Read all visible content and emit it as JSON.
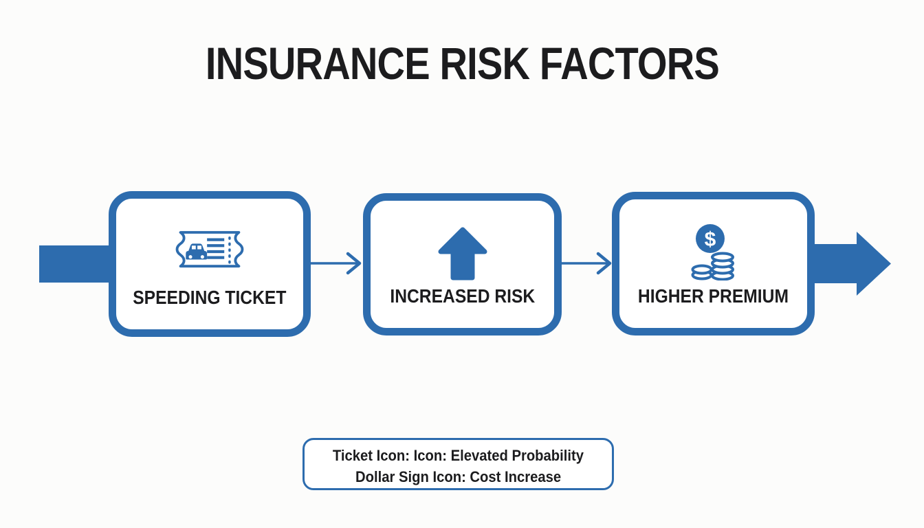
{
  "page": {
    "title": "INSURANCE RISK FACTORS",
    "background": "#fcfcfb"
  },
  "colors": {
    "accent_blue": "#2d6cae",
    "text": "#1c1c1e"
  },
  "flow": {
    "steps": [
      {
        "label": "SPEEDING TICKET",
        "icon": "ticket-icon"
      },
      {
        "label": "INCREASED RISK",
        "icon": "arrow-up-icon"
      },
      {
        "label": "HIGHER PREMIUM",
        "icon": "dollar-coins-icon"
      }
    ],
    "entry": "left-band",
    "exit": "right-solid-arrow"
  },
  "legend": {
    "line1": "Ticket Icon: Icon: Elevated Probability",
    "line2": "Dollar Sign Icon: Cost Increase"
  }
}
